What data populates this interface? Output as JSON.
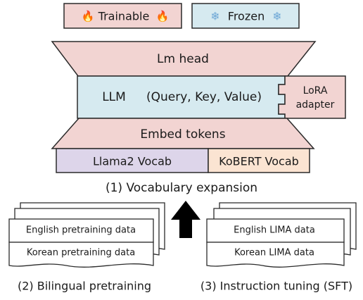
{
  "legend": {
    "trainable": {
      "icon": "🔥",
      "label": "Trainable",
      "color": "#f2d4d2"
    },
    "frozen": {
      "icon": "❄",
      "label": "Frozen",
      "color": "#d6eaf0"
    }
  },
  "model": {
    "lm_head": "Lm head",
    "llm_label": "LLM",
    "llm_detail": "(Query, Key, Value)",
    "lora_line1": "LoRA",
    "lora_line2": "adapter",
    "embed_tokens": "Embed tokens",
    "vocab_llama": "Llama2 Vocab",
    "vocab_kobert": "KoBERT Vocab",
    "stage1_caption": "(1) Vocabulary expansion"
  },
  "pretraining": {
    "english": "English pretraining data",
    "korean": "Korean pretraining data",
    "caption": "(2) Bilingual pretraining"
  },
  "sft": {
    "english": "English LIMA data",
    "korean": "Korean LIMA data",
    "caption": "(3) Instruction tuning (SFT)"
  },
  "colors": {
    "trainable": "#f2d4d2",
    "frozen": "#d6eaf0",
    "llama_vocab": "#ddd5ea",
    "kobert_vocab": "#fbe4d2",
    "stroke": "#2b2b2b"
  }
}
